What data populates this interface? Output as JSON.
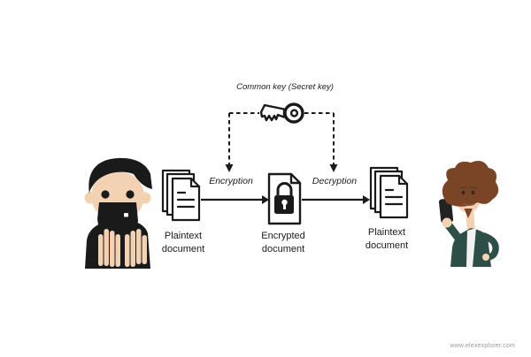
{
  "diagram": {
    "key_caption": "Common key (Secret key)",
    "encrypt_step": "Encryption",
    "decrypt_step": "Decryption",
    "nodes": [
      {
        "line1": "Plaintext",
        "line2": "document"
      },
      {
        "line1": "Encrypted",
        "line2": "document"
      },
      {
        "line1": "Plaintext",
        "line2": "document"
      }
    ],
    "icons": {
      "key": "key-icon",
      "lock": "lock-icon",
      "plaintext_stack": "document-stack-icon",
      "encrypted_document": "encrypted-document-icon",
      "phone": "phone-icon",
      "sender": "sender-avatar",
      "receiver": "receiver-avatar"
    }
  },
  "colors": {
    "ink": "#1a1a1a",
    "skin": "#f3d2b3",
    "hair_brown": "#7a4527",
    "jacket_teal": "#2e4f47",
    "watermark_gray": "#9b9b9b",
    "background": "#ffffff"
  },
  "footer": {
    "watermark": "www.elexexplorer.com"
  }
}
